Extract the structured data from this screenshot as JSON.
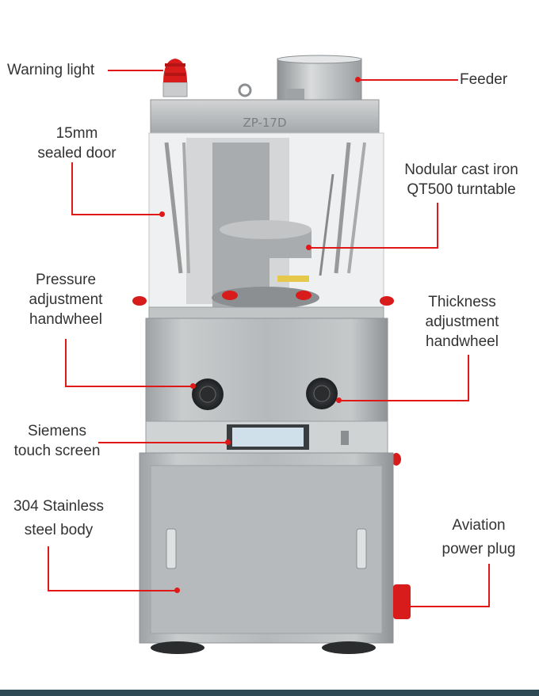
{
  "model_plate": "ZP-17D",
  "labels": {
    "warning_light": "Warning light",
    "feeder": "Feeder",
    "sealed_door": [
      "15mm",
      "sealed door"
    ],
    "turntable": [
      "Nodular cast iron",
      "QT500 turntable"
    ],
    "pressure_handwheel": [
      "Pressure",
      "adjustment",
      "handwheel"
    ],
    "thickness_handwheel": [
      "Thickness",
      "adjustment",
      "handwheel"
    ],
    "touch_screen": [
      "Siemens",
      "touch screen"
    ],
    "body": [
      "304 Stainless",
      "steel body"
    ],
    "power_plug": [
      "Aviation",
      "power plug"
    ]
  },
  "colors": {
    "callout": "#e01818",
    "steel": "#b9bcbe",
    "footer": "#2d4a55"
  }
}
